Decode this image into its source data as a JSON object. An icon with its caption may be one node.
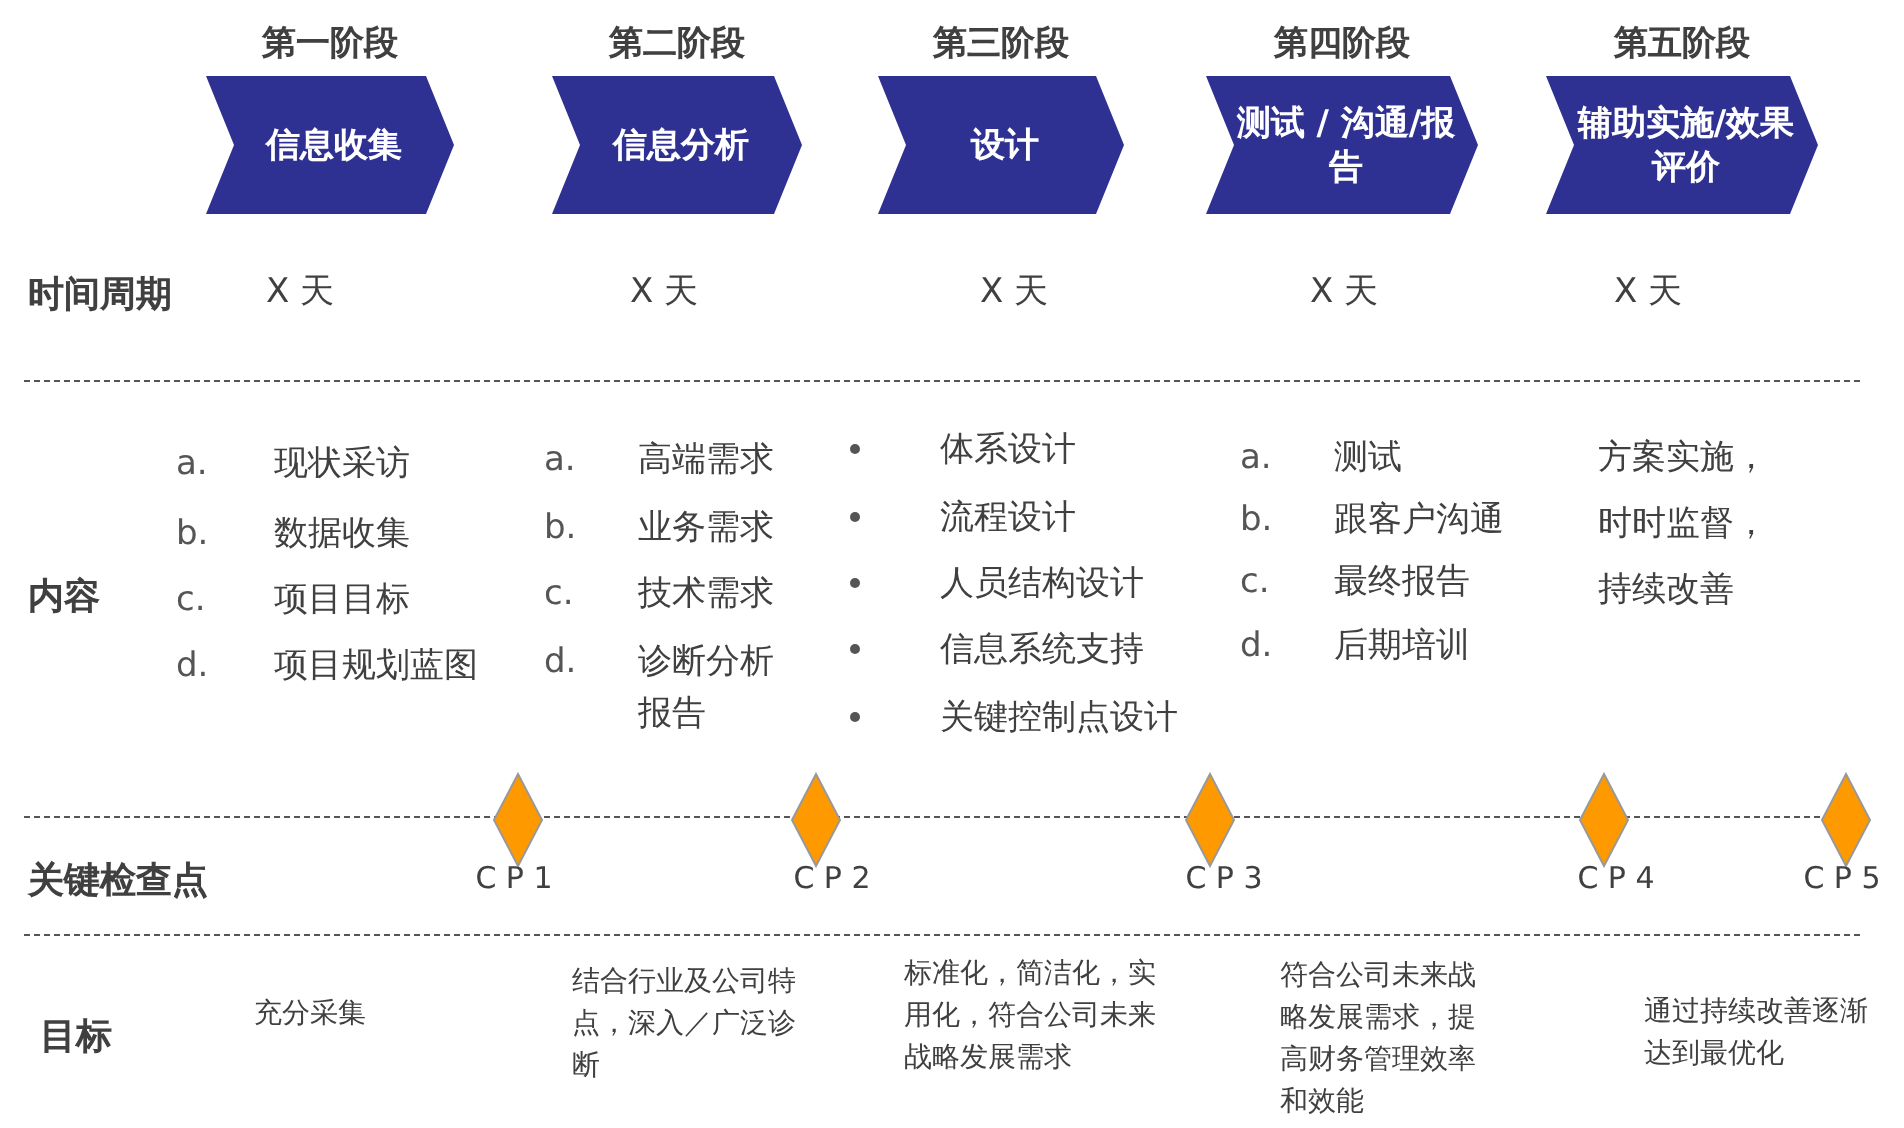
{
  "diagram": {
    "nodes": [
      {
        "text": [
          "第一阶段",
          "信息收集"
        ]
      },
      {
        "text": [
          "第二阶段",
          "信息分析"
        ]
      },
      {
        "text": [
          "第三阶段",
          "设计"
        ]
      },
      {
        "text": [
          "第四阶段",
          "测试 / 沟通/报告"
        ]
      },
      {
        "text": [
          "第五阶段",
          "辅助实施/效果评价"
        ]
      },
      {
        "text": [],
        "shape": "diamond",
        "beside": [
          "C P 1"
        ]
      },
      {
        "text": [],
        "shape": "diamond",
        "beside": [
          "C P 2"
        ]
      },
      {
        "text": [],
        "shape": "diamond",
        "beside": [
          "C P 3"
        ]
      },
      {
        "text": [],
        "shape": "diamond",
        "beside": [
          "C P 4"
        ]
      },
      {
        "text": [],
        "shape": "diamond",
        "beside": [
          "C P 5"
        ]
      }
    ],
    "edges": [],
    "labels": [
      "时间周期",
      "X 天",
      "X 天",
      "X 天",
      "X 天",
      "X 天",
      "内容",
      "a.",
      "现状采访",
      "b.",
      "数据收集",
      "c.",
      "项目目标",
      "d.",
      "项目规划蓝图",
      "a.",
      "高端需求",
      "b.",
      "业务需求",
      "c.",
      "技术需求",
      "d.",
      "诊断分析报告",
      "体系设计",
      "流程设计",
      "人员结构设计",
      "信息系统支持",
      "关键控制点设计",
      "a.",
      "测试",
      "b.",
      "跟客户沟通",
      "c.",
      "最终报告",
      "d.",
      "后期培训",
      "方案实施，",
      "时时监督，",
      "持续改善",
      "关键检查点",
      "目标",
      "充分采集",
      "结合行业及公司特点，深入／广泛诊断",
      "标准化，简洁化，实用化，符合公司未来战略发展需求",
      "符合公司未来战略发展需求，提高财务管理效率和效能",
      "通过持续改善逐渐达到最优化"
    ]
  }
}
